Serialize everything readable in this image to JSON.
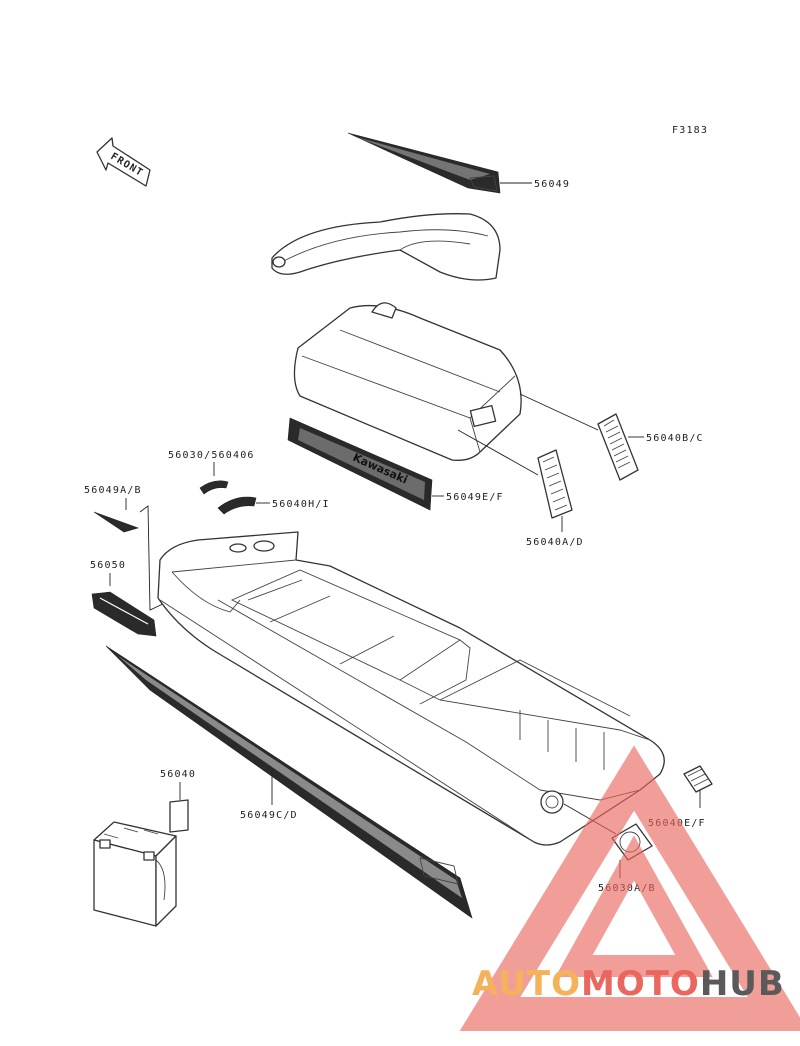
{
  "figure_code": "F3183",
  "front_label": "FRONT",
  "brand_decal_text": "Kawasaki",
  "parts": [
    {
      "id": "p56049",
      "label": "56049"
    },
    {
      "id": "p56040bc",
      "label": "56040B/C"
    },
    {
      "id": "p56030",
      "label": "56030/560406"
    },
    {
      "id": "p56049ab",
      "label": "56049A/B"
    },
    {
      "id": "p56040hi",
      "label": "56040H/I"
    },
    {
      "id": "p56049ef",
      "label": "56049E/F"
    },
    {
      "id": "p56040ad",
      "label": "56040A/D"
    },
    {
      "id": "p56050",
      "label": "56050"
    },
    {
      "id": "p56040",
      "label": "56040"
    },
    {
      "id": "p56049cd",
      "label": "56049C/D"
    },
    {
      "id": "p56040ef",
      "label": "56040E/F"
    },
    {
      "id": "p56030ab",
      "label": "56030A/B"
    }
  ],
  "watermark": {
    "part1": "AUTO",
    "part2": "MOTO",
    "part3": "HUB",
    "color1": "#f5b25a",
    "color2": "#e9675f",
    "color3": "#5a5a5a"
  }
}
